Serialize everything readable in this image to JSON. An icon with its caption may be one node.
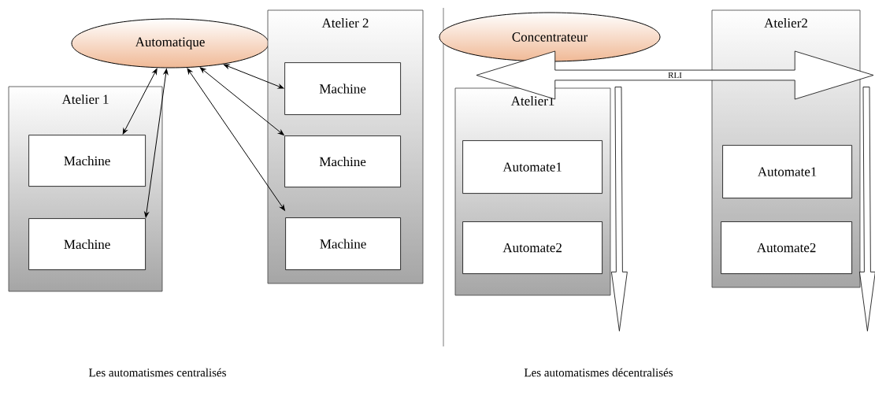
{
  "diagram": {
    "nodes": [
      {
        "text": [
          "Automatique"
        ]
      },
      {
        "text": [
          "Atelier 1"
        ]
      },
      {
        "text": [
          "Machine"
        ],
        "in": 1
      },
      {
        "text": [
          "Machine"
        ],
        "in": 1
      },
      {
        "text": [
          "Atelier 2"
        ]
      },
      {
        "text": [
          "Machine"
        ],
        "in": 4
      },
      {
        "text": [
          "Machine"
        ],
        "in": 4
      },
      {
        "text": [
          "Machine"
        ],
        "in": 4
      },
      {
        "text": [
          "Concentrateur"
        ]
      },
      {
        "text": [
          "RLI"
        ]
      },
      {
        "text": [
          "Atelier1"
        ]
      },
      {
        "text": [
          "Automate1"
        ],
        "in": 10
      },
      {
        "text": [
          "Automate2"
        ],
        "in": 10
      },
      {
        "text": [
          "Atelier2"
        ]
      },
      {
        "text": [
          "Automate1"
        ],
        "in": 13
      },
      {
        "text": [
          "Automate2"
        ],
        "in": 13
      }
    ],
    "edges": [
      {
        "from": 0,
        "to": 2,
        "arrow": "both"
      },
      {
        "from": 0,
        "to": 3,
        "arrow": "both"
      },
      {
        "from": 0,
        "to": 5,
        "arrow": "both"
      },
      {
        "from": 0,
        "to": 6,
        "arrow": "both"
      },
      {
        "from": 0,
        "to": 7,
        "arrow": "both"
      },
      {
        "from": 9,
        "to": 10,
        "arrow": "to",
        "style": "thick"
      },
      {
        "from": 9,
        "to": 13,
        "arrow": "to",
        "style": "thick"
      }
    ],
    "labels": [
      "Les automatismes centralisés",
      "Les automatismes décentralisés"
    ]
  }
}
